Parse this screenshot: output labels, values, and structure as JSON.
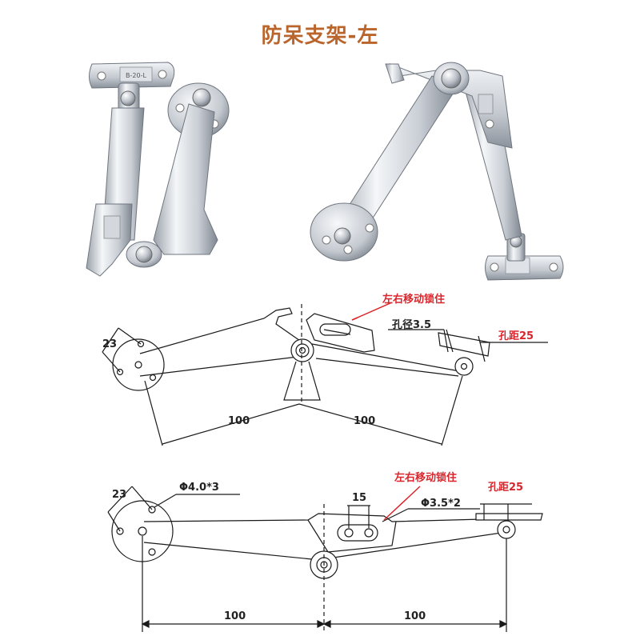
{
  "title": "防呆支架-左",
  "colors": {
    "title": "#b9652c",
    "callout": "#d9262c",
    "metal_light": "#eef0f3",
    "metal_dark": "#8a9099"
  },
  "diagram_top": {
    "dim_left": "100",
    "dim_right": "100",
    "dim_23": "23",
    "lock_label": "左右移动锁住",
    "hole_dia": "孔径3.5",
    "hole_pitch": "孔距25"
  },
  "diagram_bottom": {
    "dim_left": "100",
    "dim_right": "100",
    "dim_23": "23",
    "dim_15": "15",
    "lock_label": "左右移动锁住",
    "hole_spec_1": "Φ4.0*3",
    "hole_spec_2": "Φ3.5*2",
    "hole_pitch": "孔距25"
  },
  "stamp_text": "B-20-L"
}
